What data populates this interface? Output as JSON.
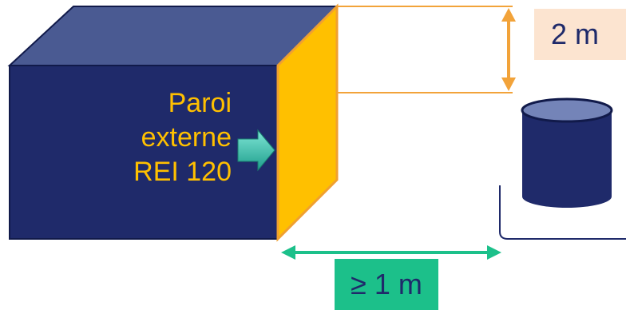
{
  "wall_label": {
    "line1": "Paroi",
    "line2": "externe",
    "line3": "REI 120"
  },
  "height_label": "2 m",
  "distance_label": "≥ 1 m",
  "colors": {
    "building_front": "#1F2A6A",
    "building_top": "#4A5A92",
    "building_outline": "#111A4A",
    "wall": "#FFC000",
    "wall_edge": "#F0A030",
    "height_arrow": "#F2A33A",
    "height_label_bg": "#FCE4D0",
    "distance_arrow": "#1CC08A",
    "distance_label_bg": "#1CC08A",
    "pointer_arrow": "#2FBFA8",
    "tank_body": "#1F2A6A",
    "tank_top": "#7484B8",
    "ground_line": "#1F2A6A"
  },
  "icons": {
    "pointer": "arrow-right-icon",
    "tank": "cylinder-tank-icon"
  }
}
